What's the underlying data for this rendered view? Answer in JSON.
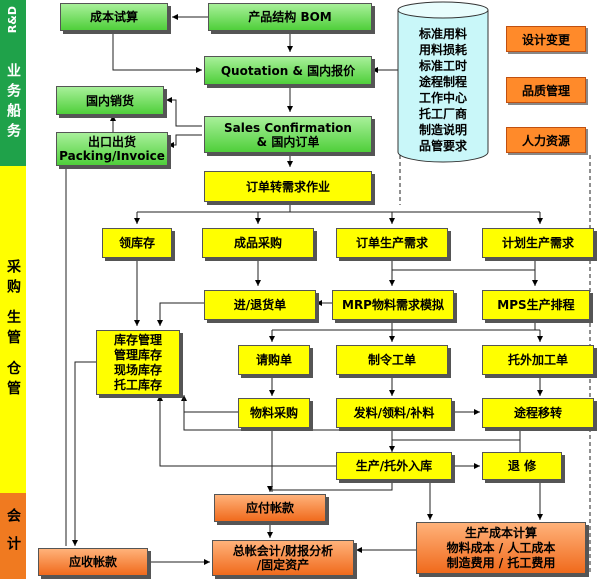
{
  "lanes": {
    "rd": "R&D",
    "business": "业务船务",
    "procurement": "采购 生管 仓管",
    "accounting": "会计"
  },
  "boxes": {
    "cost_trial": "成本试算",
    "bom": "产品结构 BOM",
    "quotation": "Quotation & 国内报价",
    "domestic_sales": "国内销货",
    "sales_confirmation_l1": "Sales Confirmation",
    "sales_confirmation_l2": "& 国内订单",
    "export_l1": "出口出货",
    "export_l2": "Packing/Invoice",
    "order_to_demand": "订单转需求作业",
    "pick_stock": "领库存",
    "finished_purchase": "成品采购",
    "order_production_demand": "订单生产需求",
    "planned_production_demand": "计划生产需求",
    "in_return": "进/退货单",
    "mrp": "MRP物料需求模拟",
    "mps": "MPS生产排程",
    "inventory_l1": "库存管理",
    "inventory_l2": "管理库存",
    "inventory_l3": "现场库存",
    "inventory_l4": "托工库存",
    "purchase_request": "请购单",
    "work_order": "制令工单",
    "outsourcing_order": "托外加工单",
    "material_purchase": "物料采购",
    "issue_material": "发料/领料/补料",
    "routing_transfer": "途程移转",
    "production_in": "生产/托外入库",
    "rework": "退 修",
    "payables": "应付帐款",
    "cost_calc_l1": "生产成本计算",
    "cost_calc_l2": "物料成本 / 人工成本",
    "cost_calc_l3": "制造费用 / 托工费用",
    "receivables": "应收帐款",
    "ledger_l1": "总帐会计/财报分析",
    "ledger_l2": "/固定资产"
  },
  "database": [
    "标准用料",
    "用料损耗",
    "标准工时",
    "途程制程",
    "工作中心",
    "托工厂商",
    "制造说明",
    "品管要求"
  ],
  "side_items": [
    "设计变更",
    "品质管理",
    "人力资源"
  ]
}
